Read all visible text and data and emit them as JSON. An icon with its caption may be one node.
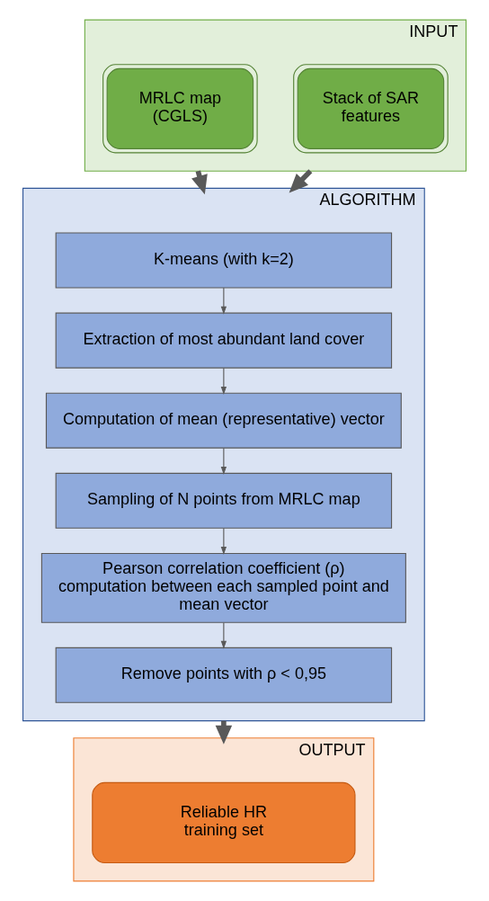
{
  "diagram": {
    "nodes": [
      {
        "text": [
          "INPUT"
        ]
      },
      {
        "text": [
          "MRLC map (CGLS)"
        ],
        "in": 0
      },
      {
        "text": [
          "Stack of SAR features"
        ],
        "in": 0
      },
      {
        "text": [
          "ALGORITHM"
        ]
      },
      {
        "text": [
          "K-means (with k=2)"
        ],
        "in": 3
      },
      {
        "text": [
          "Extraction of most abundant land cover"
        ],
        "in": 3
      },
      {
        "text": [
          "Computation of mean (representative) vector"
        ],
        "in": 3
      },
      {
        "text": [
          "Sampling of N points from MRLC map"
        ],
        "in": 3
      },
      {
        "text": [
          "Pearson correlation coefficient (ρ) computation between each sampled point and mean vector"
        ],
        "in": 3
      },
      {
        "text": [
          "Remove points with ρ < 0,95"
        ],
        "in": 3
      },
      {
        "text": [
          "OUTPUT"
        ]
      },
      {
        "text": [
          "Reliable HR training set"
        ],
        "in": 10
      }
    ],
    "edges": [
      {
        "from": 0,
        "to": 3,
        "arrow": "to",
        "style": "thick"
      },
      {
        "from": 0,
        "to": 3,
        "arrow": "to",
        "style": "thick"
      },
      {
        "from": 4,
        "to": 5,
        "arrow": "to"
      },
      {
        "from": 5,
        "to": 6,
        "arrow": "to"
      },
      {
        "from": 6,
        "to": 7,
        "arrow": "to"
      },
      {
        "from": 7,
        "to": 8,
        "arrow": "to"
      },
      {
        "from": 8,
        "to": 9,
        "arrow": "to"
      },
      {
        "from": 3,
        "to": 10,
        "arrow": "to",
        "style": "thick"
      }
    ]
  }
}
